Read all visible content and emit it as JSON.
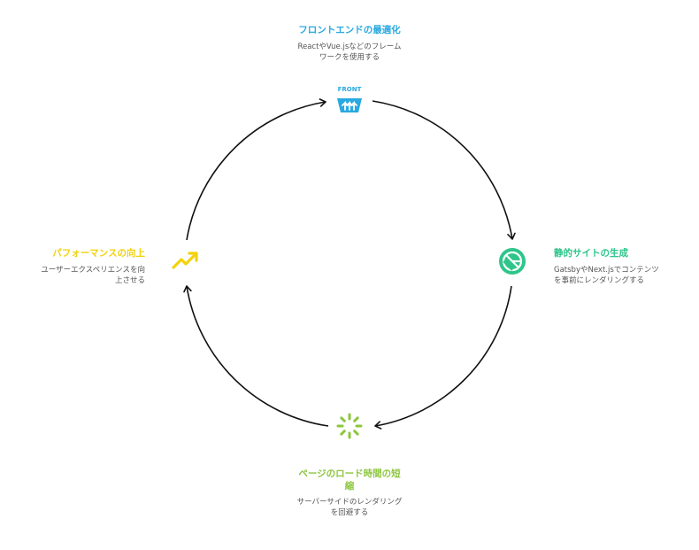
{
  "nodes": {
    "front": {
      "title": "フロントエンドの最適化",
      "desc_line1": "ReactやVue.jsなどのフレーム",
      "desc_line2": "ワークを使用する",
      "icon_text": "FRONT",
      "icon": "front-badge-icon",
      "color": "#29a9e0"
    },
    "ssg": {
      "title": "静的サイトの生成",
      "desc_line1": "GatsbyやNext.jsでコンテンツ",
      "desc_line2": "を事前にレンダリングする",
      "icon": "gatsby-logo-icon",
      "color": "#2ec58a"
    },
    "load": {
      "title_line1": "ページのロード時間の短",
      "title_line2": "縮",
      "desc_line1": "サーバーサイドのレンダリング",
      "desc_line2": "を回避する",
      "icon": "loading-spinner-icon",
      "color": "#8dc63f"
    },
    "perf": {
      "title": "パフォーマンスの向上",
      "desc_line1": "ユーザーエクスペリエンスを向",
      "desc_line2": "上させる",
      "icon": "trend-up-icon",
      "color": "#f2d20c"
    }
  },
  "arrow_color": "#111111"
}
